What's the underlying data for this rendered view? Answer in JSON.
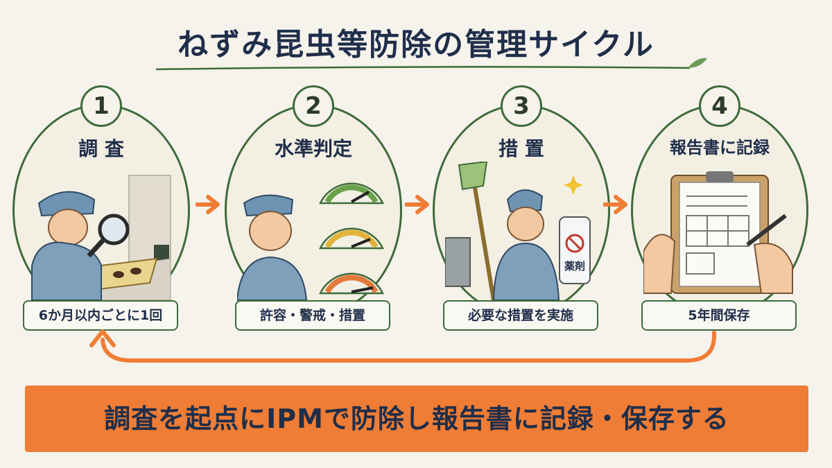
{
  "title": "ねずみ昆虫等防除の管理サイクル",
  "steps": [
    {
      "number": "1",
      "title": "調 査",
      "label": "6か月以内ごとに1回"
    },
    {
      "number": "2",
      "title": "水準判定",
      "label": "許容・警戒・措置"
    },
    {
      "number": "3",
      "title": "措 置",
      "label": "必要な措置を実施",
      "bottle_label": "薬剤"
    },
    {
      "number": "4",
      "title": "報告書に記録",
      "label": "5年間保存"
    }
  ],
  "banner": "調査を起点にIPMで防除し報告書に記録・保存する",
  "colors": {
    "accent": "#ef7d35",
    "outline": "#3d6b3a",
    "text": "#1f2e4a",
    "background": "#f6f3ec"
  }
}
